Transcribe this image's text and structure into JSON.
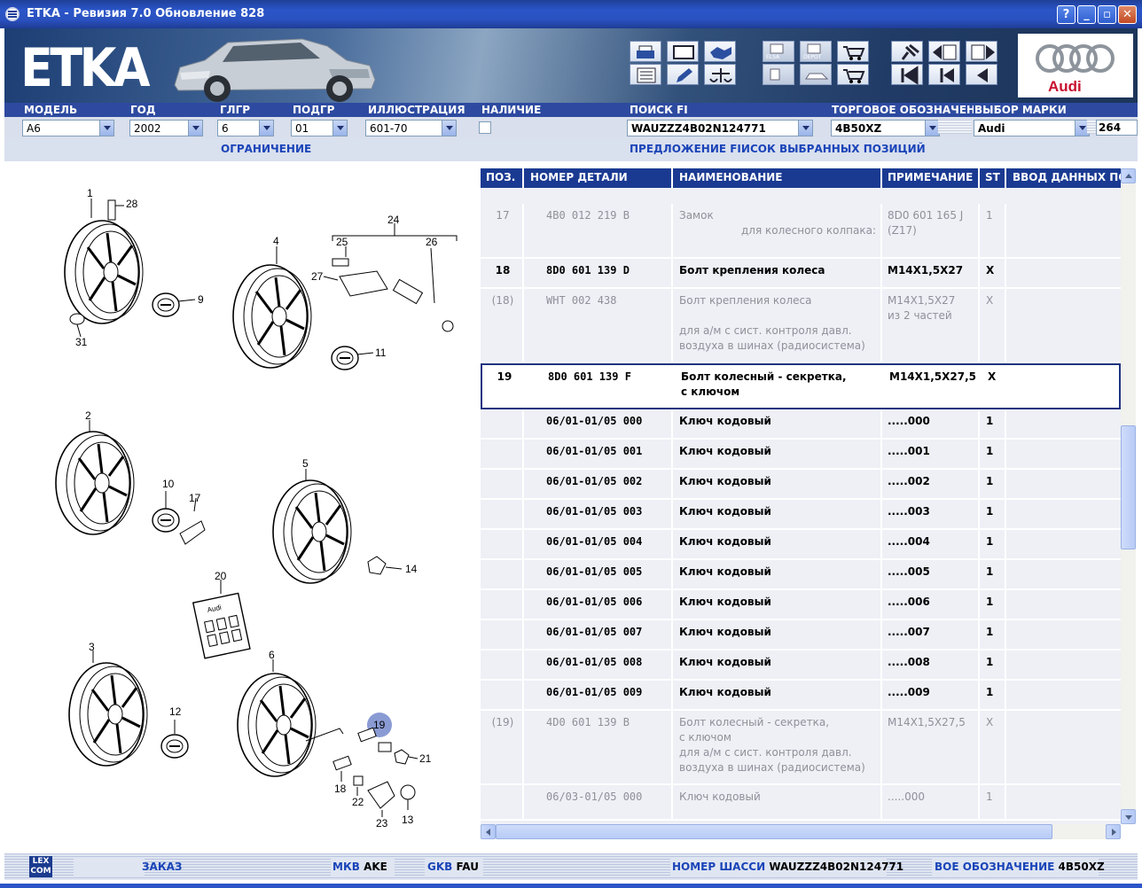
{
  "window": {
    "title": "ETKA - Ревизия 7.0 Обновление 828"
  },
  "brand": {
    "logo": "ETKA",
    "make_logo": "Audi"
  },
  "fields": {
    "model": {
      "label": "МОДЕЛЬ",
      "value": "A6"
    },
    "year": {
      "label": "ГОД",
      "value": "2002"
    },
    "main_group": {
      "label": "ГЛГР",
      "value": "6"
    },
    "sub_group": {
      "label": "ПОДГР",
      "value": "01"
    },
    "illustration": {
      "label": "ИЛЛЮСТРАЦИЯ",
      "value": "601-70"
    },
    "stock": {
      "label": "НАЛИЧИЕ"
    },
    "search": {
      "label": "ПОИСК FI",
      "value": "WAUZZZ4B02N124771"
    },
    "trade": {
      "label": "ТОРГОВОЕ ОБОЗНАЧЕНИЕ",
      "value": "4B50XZ"
    },
    "brand": {
      "label": "ВЫБОР МАРКИ",
      "value": "Audi"
    },
    "count": "264"
  },
  "sections": {
    "left": "ОГРАНИЧЕНИЕ",
    "right": "ПРЕДЛОЖЕНИЕ FIИСОК ВЫБРАННЫХ ПОЗИЦИЙ"
  },
  "table": {
    "headers": [
      "ПОЗ.",
      "НОМЕР ДЕТАЛИ",
      "НАИМЕНОВАНИЕ",
      "ПРИМЕЧАНИЕ",
      "ST",
      "ВВОД ДАННЫХ ПО"
    ],
    "rows": [
      {
        "pos": "17",
        "part": "4B0 012 219 B",
        "name": [
          "Замок",
          "для колесного колпака:"
        ],
        "note": [
          "8D0 601 165 J",
          "(Z17)"
        ],
        "st": "1"
      },
      {
        "pos": "18",
        "part": "8D0 601 139 D",
        "name": [
          "Болт крепления колеса"
        ],
        "note": [
          "M14X1,5X27"
        ],
        "st": "X"
      },
      {
        "pos": "(18)",
        "part": "WHT 002 438",
        "name": [
          "Болт крепления колеса",
          "",
          "для а/м с сист. контроля давл.",
          "воздуха в шинах (радиосистема)"
        ],
        "note": [
          "M14X1,5X27",
          "из 2 частей"
        ],
        "st": "X"
      },
      {
        "pos": "19",
        "part": "8D0 601 139 F",
        "name": [
          "Болт колесный - секретка,",
          "с ключом"
        ],
        "note": [
          "M14X1,5X27,5"
        ],
        "st": "X"
      },
      {
        "pos": "",
        "part": "06/01-01/05 000",
        "name": [
          "Ключ кодовый"
        ],
        "note": [
          ".....000"
        ],
        "st": "1"
      },
      {
        "pos": "",
        "part": "06/01-01/05 001",
        "name": [
          "Ключ кодовый"
        ],
        "note": [
          ".....001"
        ],
        "st": "1"
      },
      {
        "pos": "",
        "part": "06/01-01/05 002",
        "name": [
          "Ключ кодовый"
        ],
        "note": [
          ".....002"
        ],
        "st": "1"
      },
      {
        "pos": "",
        "part": "06/01-01/05 003",
        "name": [
          "Ключ кодовый"
        ],
        "note": [
          ".....003"
        ],
        "st": "1"
      },
      {
        "pos": "",
        "part": "06/01-01/05 004",
        "name": [
          "Ключ кодовый"
        ],
        "note": [
          ".....004"
        ],
        "st": "1"
      },
      {
        "pos": "",
        "part": "06/01-01/05 005",
        "name": [
          "Ключ кодовый"
        ],
        "note": [
          ".....005"
        ],
        "st": "1"
      },
      {
        "pos": "",
        "part": "06/01-01/05 006",
        "name": [
          "Ключ кодовый"
        ],
        "note": [
          ".....006"
        ],
        "st": "1"
      },
      {
        "pos": "",
        "part": "06/01-01/05 007",
        "name": [
          "Ключ кодовый"
        ],
        "note": [
          ".....007"
        ],
        "st": "1"
      },
      {
        "pos": "",
        "part": "06/01-01/05 008",
        "name": [
          "Ключ кодовый"
        ],
        "note": [
          ".....008"
        ],
        "st": "1"
      },
      {
        "pos": "",
        "part": "06/01-01/05 009",
        "name": [
          "Ключ кодовый"
        ],
        "note": [
          ".....009"
        ],
        "st": "1"
      },
      {
        "pos": "(19)",
        "part": "4D0 601 139 B",
        "name": [
          "Болт колесный - секретка,",
          "с ключом",
          "для а/м с сист. контроля давл.",
          "воздуха в шинах (радиосистема)"
        ],
        "note": [
          "M14X1,5X27,5"
        ],
        "st": "X"
      },
      {
        "pos": "",
        "part": "06/03-01/05 000",
        "name": [
          "Ключ кодовый"
        ],
        "note": [
          ".....000"
        ],
        "st": "1"
      }
    ]
  },
  "illustration": {
    "callouts": [
      "1",
      "28",
      "9",
      "31",
      "4",
      "24",
      "25",
      "26",
      "27",
      "11",
      "2",
      "10",
      "17",
      "5",
      "14",
      "20",
      "3",
      "12",
      "6",
      "19",
      "21",
      "18",
      "22",
      "23",
      "13"
    ],
    "kit_label": "Audi",
    "highlight_color": "#8a9bd4"
  },
  "status": {
    "lex_logo": "LEX COM",
    "order": "ЗАКАЗ",
    "mkb_label": "МКВ",
    "mkb": "AKE",
    "gkb_label": "GKB",
    "gkb": "FAU",
    "chassis_label": "НОМЕР ШАССИ",
    "chassis": "WAUZZZ4B02N124771",
    "trade_label": "ВОЕ ОБОЗНАЧЕНИЕ",
    "trade": "4B50XZ"
  },
  "colors": {
    "title_bar": "#2b55c8",
    "header": "#1a3a92",
    "accent": "#1a44b8",
    "audi_red": "#c8102e"
  }
}
